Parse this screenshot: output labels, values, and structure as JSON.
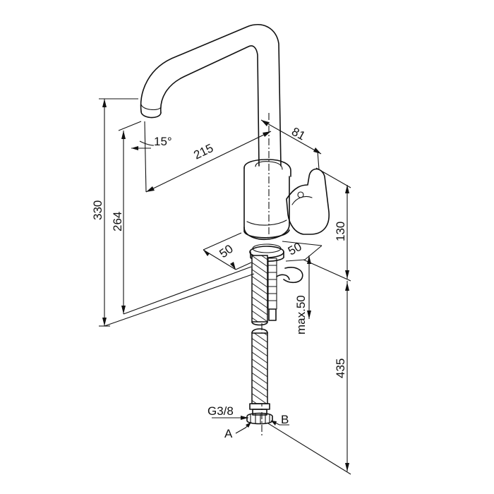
{
  "dimensions": {
    "height_total": "330",
    "spout_height": "264",
    "angle": "15°",
    "reach": "215",
    "body_width": "81",
    "body_height": "130",
    "hole_left": "50",
    "hole_right": "50",
    "max_deck": "max.50",
    "hose_length": "435"
  },
  "callouts": {
    "thread": "G3/8",
    "a": "A",
    "b": "B"
  }
}
